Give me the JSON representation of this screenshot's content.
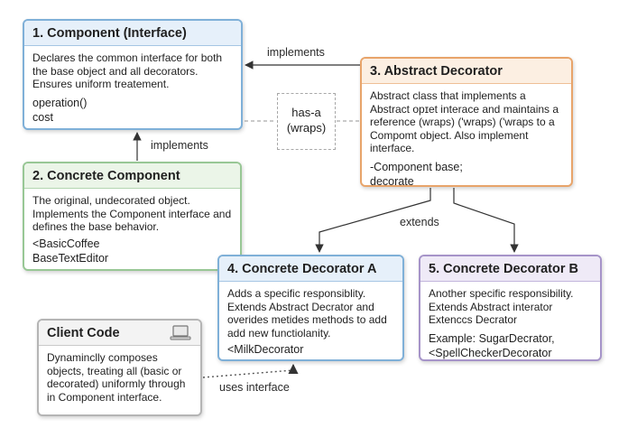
{
  "boxes": {
    "component": {
      "title": "1. Component (Interface)",
      "desc": "Declares the common interface for both the base object and all decorators. Ensures uniform treatement.",
      "methods": [
        "operation()",
        "cost"
      ]
    },
    "concrete_component": {
      "title": "2. Concrete Component",
      "desc": "The original, undecorated object. Implements the Component interface and defines the base behavior.",
      "examples": [
        "<BasicCoffee",
        "BaseTextEditor"
      ]
    },
    "abstract_decorator": {
      "title": "3. Abstract Decorator",
      "desc": "Abstract class that implements a Abstract opɪet interace and maintains a reference (wraps) ('wraps) ('wraps to a Compomt object. Also implement interface.",
      "members": [
        "-Component base;",
        "decorate"
      ]
    },
    "decorator_a": {
      "title": "4. Concrete Decorator A",
      "desc": "Adds a specific responsiblity. Extends Abstract Decrator and overides metides methods to add add new functiolanity.",
      "example": "<MilkDecorator"
    },
    "decorator_b": {
      "title": "5. Concrete Decorator B",
      "desc": "Another specific responsibility. Extends Abstract interator Extenccs Decrator",
      "examples": [
        "Example: SugarDecrator,",
        "<SpellCheckerDecorator"
      ]
    },
    "client": {
      "title": "Client Code",
      "desc": "Dynaminclly composes objects, treating all (basic or decorated) uniformly through in Component interface."
    }
  },
  "labels": {
    "implements_top": "implements",
    "implements_left": "implements",
    "has_a_line1": "has-a",
    "has_a_line2": "(wraps)",
    "extends": "extends",
    "uses_interface": "uses interface"
  },
  "colors": {
    "blue": "#7fb0d8",
    "green": "#98c795",
    "orange": "#e8a46a",
    "purple": "#a694c9",
    "gray": "#b5b5b5"
  }
}
